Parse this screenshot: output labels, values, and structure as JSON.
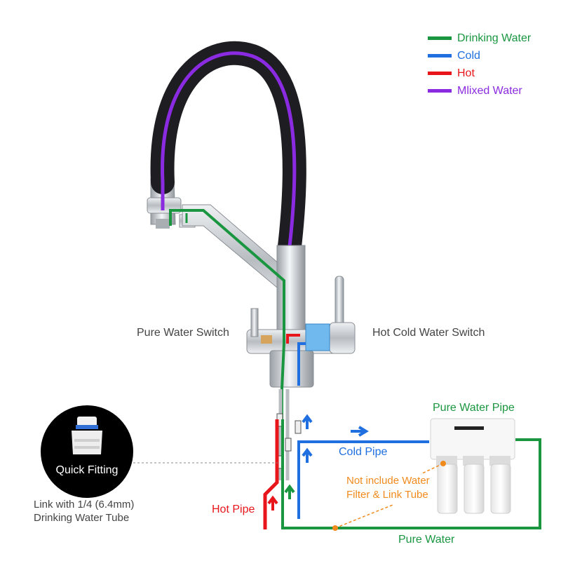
{
  "legend": {
    "items": [
      {
        "label": "Drinking Water",
        "color": "#1a9640"
      },
      {
        "label": "Cold",
        "color": "#1f6fe0"
      },
      {
        "label": "Hot",
        "color": "#e8161b"
      },
      {
        "label": "Mlixed Water",
        "color": "#8a2be2"
      }
    ]
  },
  "labels": {
    "pure_water_switch": "Pure Water Switch",
    "hot_cold_water_switch": "Hot Cold Water Switch",
    "pure_water_pipe": "Pure Water Pipe",
    "cold_pipe": "Cold Pipe",
    "not_include_line1": "Not include Water",
    "not_include_line2": "Filter & Link Tube",
    "hot_pipe": "Hot Pipe",
    "pure_water": "Pure Water",
    "quick_fitting": "Quick Fitting",
    "link_line1": "Link with 1/4 (6.4mm)",
    "link_line2": "Drinking Water Tube"
  },
  "colors": {
    "drinking": "#1a9640",
    "cold": "#1f6fe0",
    "hot": "#e8161b",
    "mixed": "#8a2be2",
    "note": "#f08a1c",
    "hose": "#1e1e22",
    "chrome": "#c9cdd2",
    "text": "#444444"
  }
}
